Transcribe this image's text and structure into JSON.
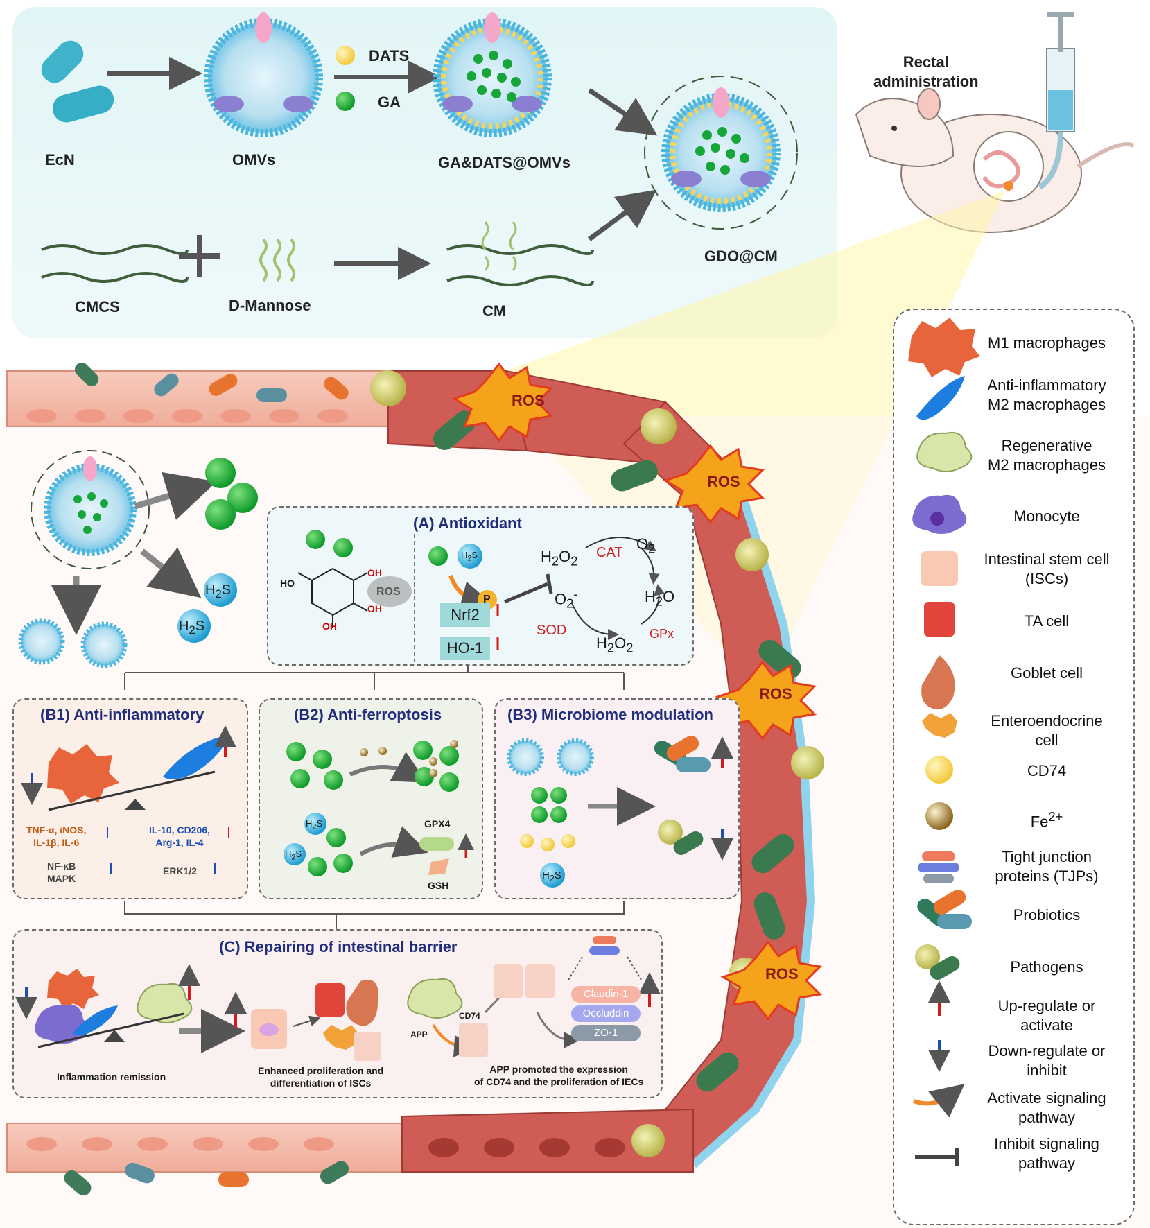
{
  "synthesis": {
    "ecn": "EcN",
    "omvs": "OMVs",
    "dats": "DATS",
    "ga": "GA",
    "ga_dats_omvs": "GA&DATS@OMVs",
    "cmcs": "CMCS",
    "d_mannose": "D-Mannose",
    "cm": "CM",
    "gdo_cm": "GDO@CM"
  },
  "administration": "Rectal\nadministration",
  "ros_label": "ROS",
  "antioxidant": {
    "title": "(A) Antioxidant",
    "ros": "ROS",
    "h2s": "H2S",
    "nrf2": "Nrf2",
    "ho1": "HO-1",
    "p": "P",
    "h2o2_top": "H2O2",
    "cat": "CAT",
    "o2": "O2",
    "o2_minus": "O2-",
    "h2o": "H2O",
    "sod": "SOD",
    "h2o2_bottom": "H2O2",
    "gpx": "GPx",
    "ho": "HO",
    "oh": "OH"
  },
  "b1": {
    "title": "(B1) Anti-inflammatory",
    "left_markers": "TNF-α, iNOS,\nIL-1β, IL-6",
    "right_markers": "IL-10, CD206,\nArg-1, IL-4",
    "left_path": "NF-κB\nMAPK",
    "right_path": "ERK1/2"
  },
  "b2": {
    "title": "(B2) Anti-ferroptosis",
    "gpx4": "GPX4",
    "gsh": "GSH"
  },
  "b3": {
    "title": "(B3) Microbiome modulation"
  },
  "c": {
    "title": "(C) Repairing of intestinal barrier",
    "caption1": "Inflammation remission",
    "caption2": "Enhanced proliferation and\ndifferentiation of ISCs",
    "caption3": "APP promoted the expression\nof CD74 and the proliferation of IECs",
    "app": "APP",
    "cd74": "CD74",
    "claudin": "Claudin-1",
    "occludin": "Occluddin",
    "zo1": "ZO-1"
  },
  "legend": [
    {
      "icon": "m1-macrophage-icon",
      "label": "M1 macrophages"
    },
    {
      "icon": "m2-anti-inflammatory-icon",
      "label": "Anti-inflammatory\nM2 macrophages"
    },
    {
      "icon": "m2-regenerative-icon",
      "label": "Regenerative\nM2 macrophages"
    },
    {
      "icon": "monocyte-icon",
      "label": "Monocyte"
    },
    {
      "icon": "stem-cell-icon",
      "label": "Intestinal stem cell\n(ISCs)"
    },
    {
      "icon": "ta-cell-icon",
      "label": "TA cell"
    },
    {
      "icon": "goblet-cell-icon",
      "label": "Goblet cell"
    },
    {
      "icon": "enteroendocrine-icon",
      "label": "Enteroendocrine\ncell"
    },
    {
      "icon": "cd74-icon",
      "label": "CD74"
    },
    {
      "icon": "fe-icon",
      "label": "Fe2+"
    },
    {
      "icon": "tjp-icon",
      "label": "Tight junction\nproteins (TJPs)"
    },
    {
      "icon": "probiotics-icon",
      "label": "Probiotics"
    },
    {
      "icon": "pathogens-icon",
      "label": "Pathogens"
    },
    {
      "icon": "up-arrow-icon",
      "label": "Up-regulate or\nactivate"
    },
    {
      "icon": "down-arrow-icon",
      "label": "Down-regulate or\ninhibit"
    },
    {
      "icon": "activate-arrow-icon",
      "label": "Activate signaling\npathway"
    },
    {
      "icon": "inhibit-icon",
      "label": "Inhibit signaling\npathway"
    }
  ],
  "colors": {
    "title_blue": "#1f2d7a",
    "up_red": "#d41a1a",
    "down_blue": "#1a4fb0",
    "teal_box": "#9fd9d9",
    "top_panel": "#e6f6f7"
  }
}
